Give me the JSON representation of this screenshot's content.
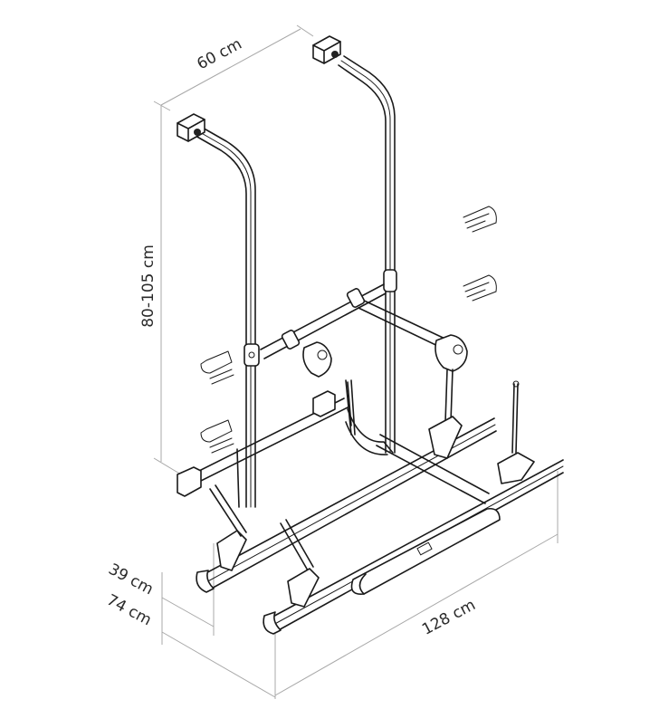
{
  "diagram": {
    "subject": "rear-mounted two-bike carrier with wall brackets",
    "colors": {
      "line": "#1a1a1a",
      "dimension_line": "#a8a8a8",
      "background": "#ffffff",
      "text": "#2a2a2a"
    },
    "dimensions": {
      "width": {
        "label": "60 cm"
      },
      "height": {
        "label": "80-105 cm"
      },
      "rail_height_upper": {
        "label": "39 cm"
      },
      "rail_height_lower": {
        "label": "74 cm"
      },
      "length": {
        "label": "128 cm"
      }
    },
    "spare_parts": [
      {
        "name": "wall-clip-right-upper"
      },
      {
        "name": "wall-clip-right-lower"
      },
      {
        "name": "wall-clip-left-upper"
      },
      {
        "name": "wall-clip-left-lower"
      }
    ]
  }
}
